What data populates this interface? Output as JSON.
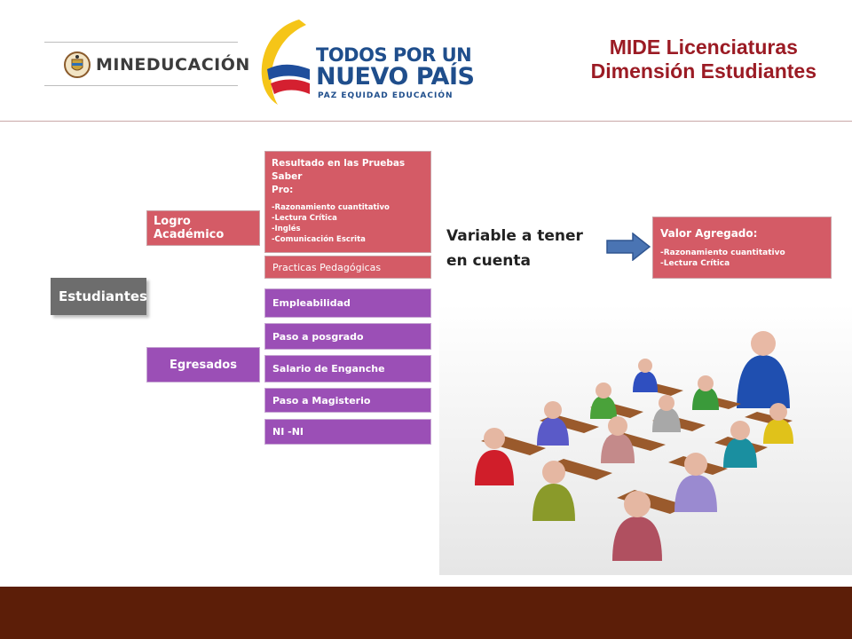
{
  "header": {
    "mineducacion_logo_text": "MINEDUCACIÓN",
    "campaign_logo": {
      "line1": "TODOS POR UN",
      "line2": "NUEVO PAÍS",
      "line3": "PAZ  EQUIDAD  EDUCACIÓN"
    },
    "title_line1": "MIDE Licenciaturas",
    "title_line2": "Dimensión Estudiantes"
  },
  "diagram": {
    "root": "Estudiantes",
    "branch_logro": "Logro Académico",
    "branch_egresados": "Egresados",
    "pruebas": {
      "title_line1": "Resultado en las Pruebas Saber",
      "title_line2": "Pro:",
      "items": [
        "-Razonamiento cuantitativo",
        "-Lectura Crítica",
        "-Inglés",
        "-Comunicación Escrita"
      ]
    },
    "practicas": "Practicas Pedagógicas",
    "egresados_items": [
      "Empleabilidad",
      "Paso a posgrado",
      "Salario de Enganche",
      "Paso a Magisterio",
      "NI -NI"
    ]
  },
  "variable_text": {
    "line1": "Variable a tener",
    "line2": "en cuenta"
  },
  "valor_agregado": {
    "title": "Valor Agregado:",
    "items": [
      "-Razonamiento cuantitativo",
      "-Lectura Crítica"
    ]
  },
  "colors": {
    "title": "#9b1b24",
    "red_box": "#d45b66",
    "purple_box": "#9b4fb6",
    "gray_box": "#6d6d6d",
    "arrow": "#4a74b3",
    "footer": "#5c1e08"
  }
}
